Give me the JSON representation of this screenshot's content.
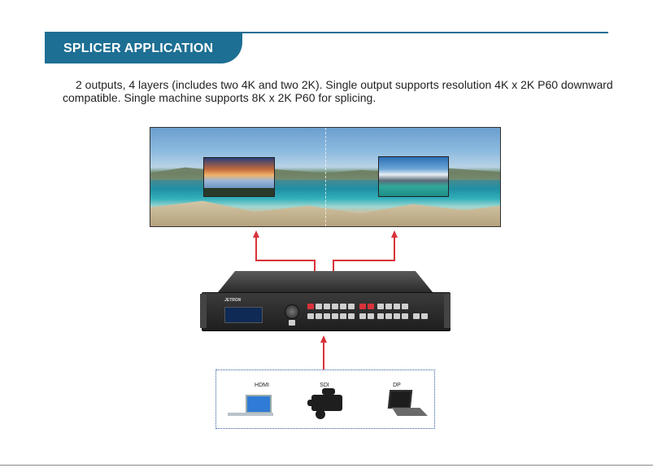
{
  "section": {
    "title": "SPLICER APPLICATION",
    "description": "2 outputs, 4 layers (includes two 4K and two 2K). Single output supports resolution 4K x 2K P60 downward compatible. Single machine supports 8K x 2K P60 for splicing."
  },
  "device": {
    "brand": "JETRON"
  },
  "sources": {
    "items": [
      {
        "label": "HDMI",
        "icon": "laptop-icon"
      },
      {
        "label": "SDI",
        "icon": "video-camera-icon"
      },
      {
        "label": "DP",
        "icon": "computer-icon"
      }
    ]
  },
  "colors": {
    "accent": "#1d6f93",
    "arrow": "#d8323a",
    "source_box_border": "#2d5aa0"
  }
}
